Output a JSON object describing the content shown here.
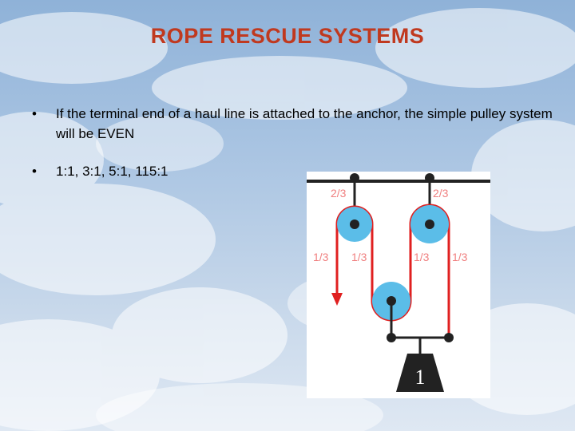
{
  "slide": {
    "title": "ROPE RESCUE SYSTEMS",
    "bullet_char": "•",
    "bullets": [
      "If the terminal end of a haul line is attached to the anchor, the simple pulley system will be EVEN",
      "1:1, 3:1, 5:1, 115:1"
    ]
  },
  "diagram": {
    "label_top_left": "2/3",
    "label_top_right": "2/3",
    "label_side_1": "1/3",
    "label_side_2": "1/3",
    "label_side_3": "1/3",
    "label_side_4": "1/3",
    "load_label": "1"
  },
  "colors": {
    "title": "#c0391f",
    "rope": "#e02020",
    "pulley": "#5bbde8",
    "labels": "#f08080"
  }
}
